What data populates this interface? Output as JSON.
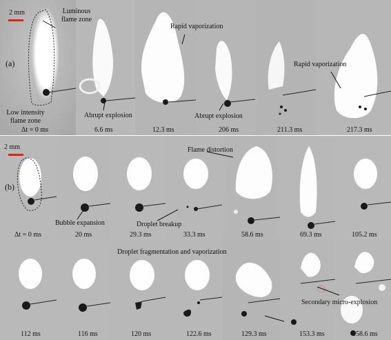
{
  "panel_a": {
    "label": "(a)",
    "scale": "2 mm",
    "frames": [
      "Δt = 0 ms",
      "6.6 ms",
      "12.3 ms",
      "206 ms",
      "211.3 ms",
      "217.3 ms"
    ],
    "annotations": {
      "luminous": "Luminous flame zone",
      "low_intensity": "Low intensity flame zone",
      "abrupt1": "Abrupt explosion",
      "rapid1": "Rapid vaporization",
      "abrupt2": "Abrupt explosion",
      "rapid2": "Rapid vaporization"
    }
  },
  "panel_b": {
    "label": "(b)",
    "scale": "2 mm",
    "frames_row1": [
      "Δt = 0 ms",
      "20 ms",
      "29.3 ms",
      "33.3 ms",
      "58.6 ms",
      "69.3 ms",
      "105.2 ms"
    ],
    "frames_row2": [
      "112 ms",
      "116 ms",
      "120 ms",
      "122.6 ms",
      "129.3 ms",
      "153.3 ms",
      "158.6 ms"
    ],
    "annotations": {
      "flame_distortion": "Flame distortion",
      "bubble": "Bubble expansion",
      "breakup": "Droplet breakup",
      "fragmentation": "Droplet fragmentation and vaporization",
      "secondary": "Secondary micro-explosion"
    }
  },
  "colors": {
    "background": "#b3b3b3",
    "flame": "#ffffff",
    "scale_bar": "#e0201c",
    "droplet": "#1a1a1a"
  }
}
